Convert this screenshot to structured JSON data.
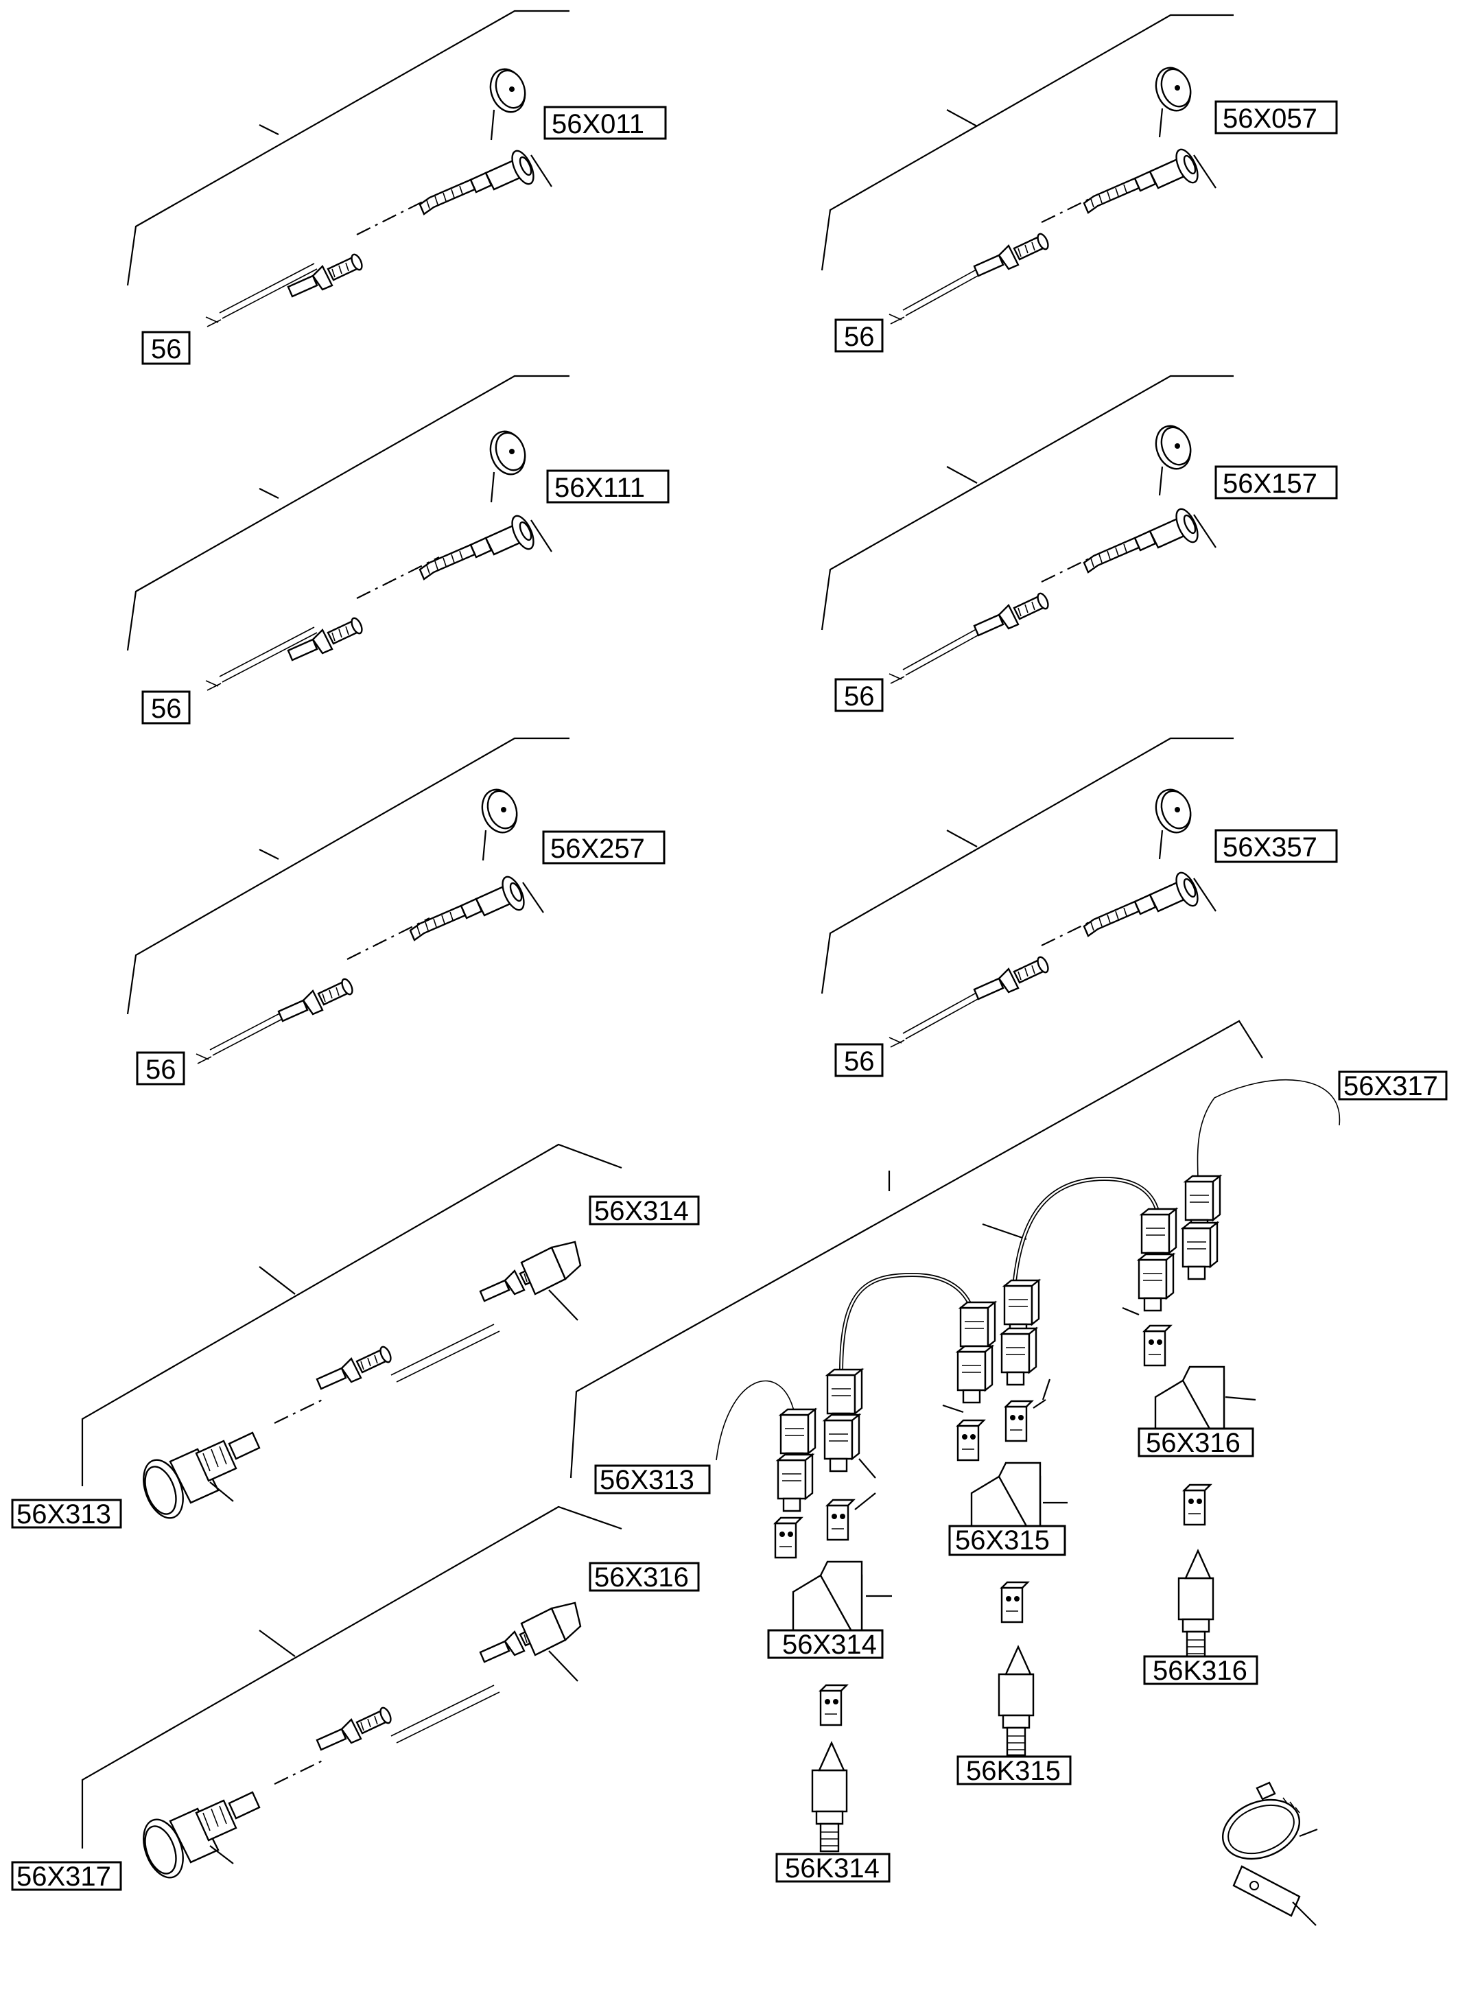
{
  "diagram": {
    "assemblies": [
      {
        "connector_label": "56X011",
        "wire_label": "56"
      },
      {
        "connector_label": "56X057",
        "wire_label": "56"
      },
      {
        "connector_label": "56X111",
        "wire_label": "56"
      },
      {
        "connector_label": "56X157",
        "wire_label": "56"
      },
      {
        "connector_label": "56X257",
        "wire_label": "56"
      },
      {
        "connector_label": "56X357",
        "wire_label": "56"
      }
    ],
    "harness_314": {
      "front_label": "56X314",
      "rear_label": "56X313"
    },
    "harness_316": {
      "front_label": "56X316",
      "rear_label": "56X317"
    },
    "group": {
      "labels": {
        "x317": "56X317",
        "x313": "56X313",
        "x314": "56X314",
        "x315": "56X315",
        "x316": "56X316",
        "k314": "56K314",
        "k315": "56K315",
        "k316": "56K316"
      }
    },
    "colors": {
      "line": "#000000",
      "background": "#ffffff"
    }
  }
}
